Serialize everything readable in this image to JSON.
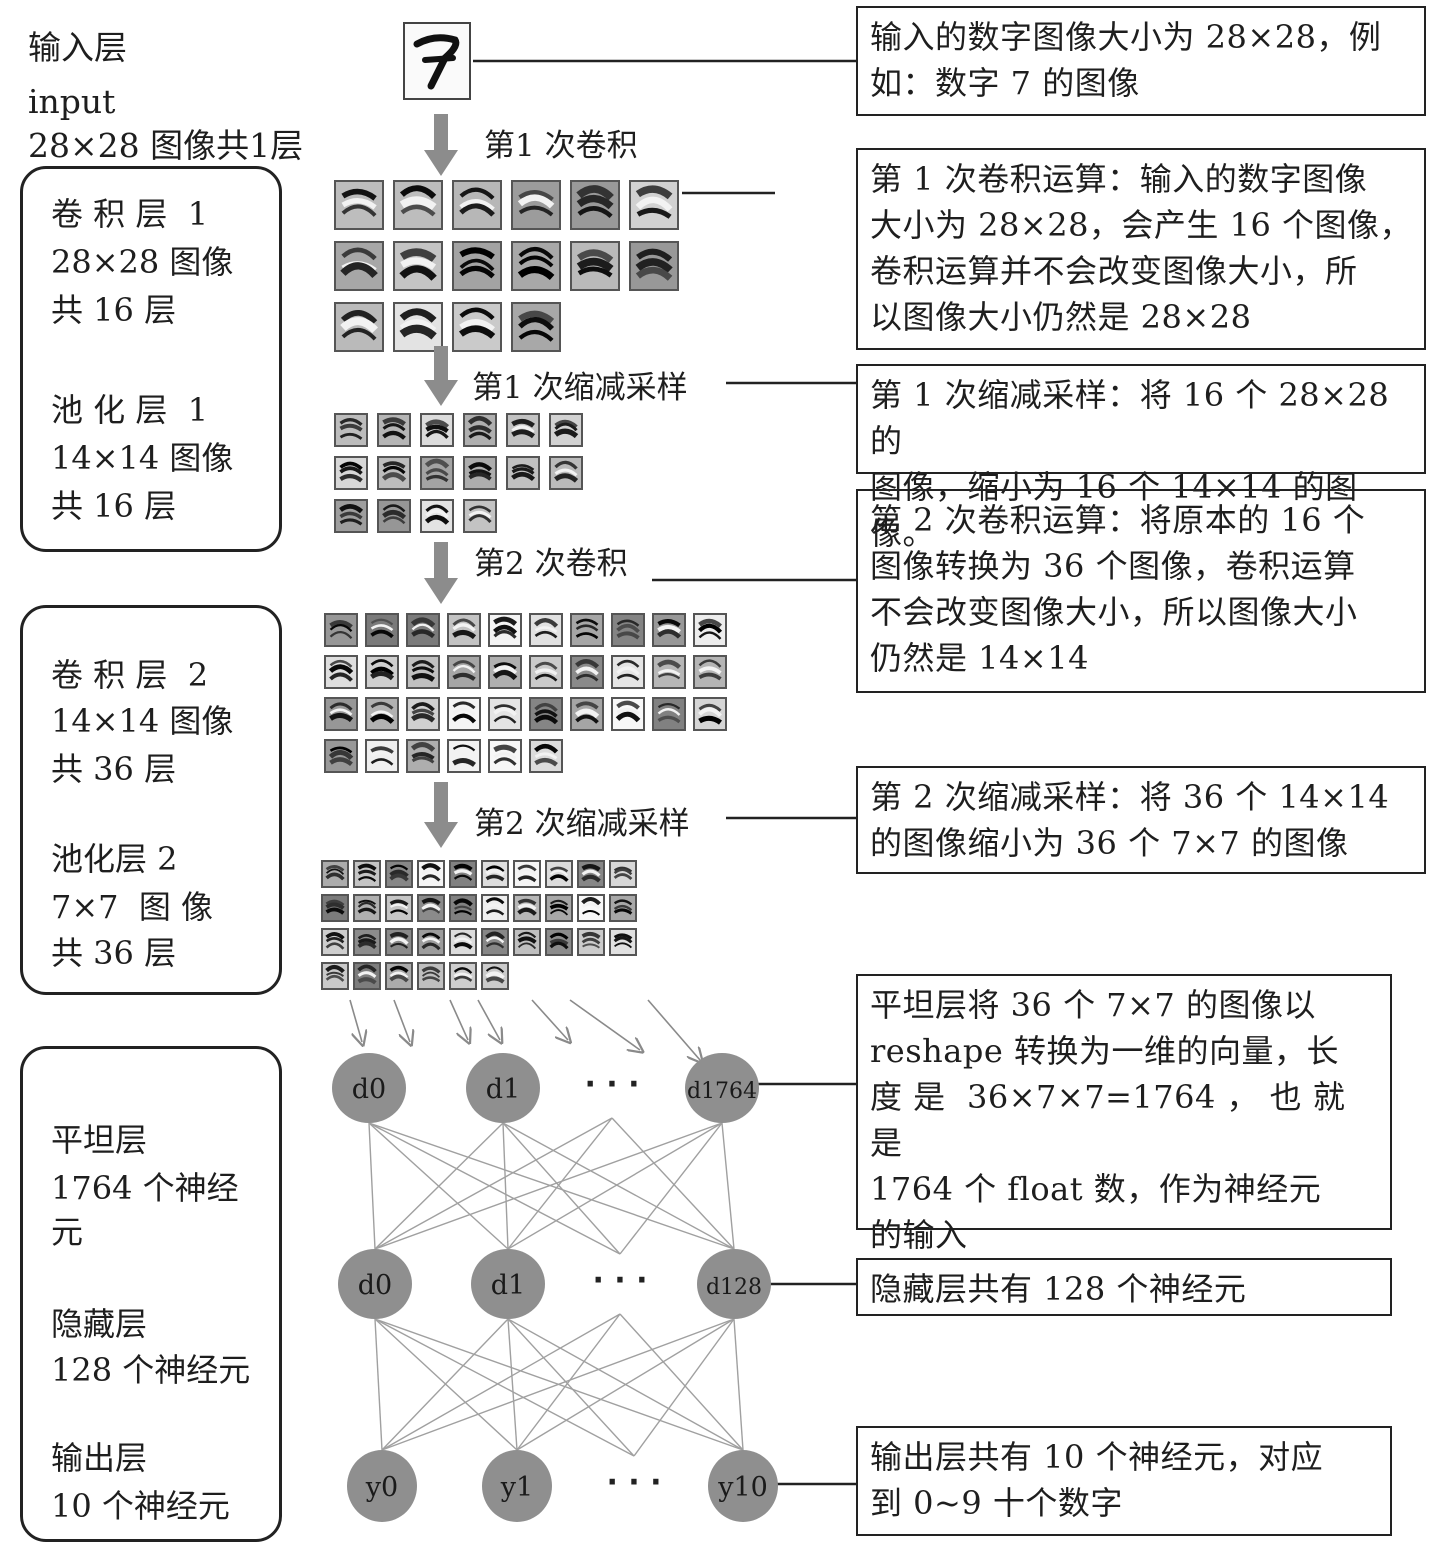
{
  "input_label": [
    "输入层",
    "input",
    "28×28 图像共1层"
  ],
  "group1": {
    "lines": [
      "卷 积 层  1",
      "28×28 图像",
      "共 16 层",
      "",
      "池 化 层  1",
      "14×14 图像",
      "共 16 层"
    ]
  },
  "group2": {
    "lines": [
      "卷 积 层  2",
      "14×14 图像",
      "共 36 层",
      "",
      "池化层 2",
      "7×7  图 像",
      "共 36 层"
    ]
  },
  "group3": {
    "lines": [
      "平坦层",
      "1764 个神经",
      "元",
      "",
      "隐藏层",
      "128 个神经元",
      "",
      "输出层",
      "10 个神经元"
    ]
  },
  "steps": {
    "conv1": "第1 次卷积",
    "pool1": "第1 次缩减采样",
    "conv2": "第2 次卷积",
    "pool2": "第2 次缩减采样"
  },
  "notes": {
    "input": "输入的数字图像大小为 28×28，例\n如：数字 7 的图像",
    "conv1": "第 1 次卷积运算：输入的数字图像\n大小为 28×28，会产生 16 个图像，\n卷积运算并不会改变图像大小，所\n以图像大小仍然是 28×28",
    "pool1": "第 1 次缩减采样：将 16 个 28×28 的\n图像，缩小为 16 个 14×14 的图像。",
    "conv2": "第 2 次卷积运算：将原本的 16 个\n图像转换为 36 个图像，卷积运算\n不会改变图像大小，所以图像大小\n仍然是 14×14",
    "pool2": "第 2 次缩减采样：将 36 个 14×14\n的图像缩小为 36 个 7×7 的图像",
    "flatten": "平坦层将 36 个 7×7 的图像以\nreshape 转换为一维的向量，长\n度 是  36×7×7=1764 ， 也 就 是\n1764 个 float 数，作为神经元\n的输入",
    "hidden": "隐藏层共有 128 个神经元",
    "output": "输出层共有 10 个神经元，对应\n到 0~9 十个数字"
  },
  "nodes": {
    "flatten": [
      "d0",
      "d1",
      "d1764"
    ],
    "hidden": [
      "d0",
      "d1",
      "d128"
    ],
    "output": [
      "y0",
      "y1",
      "y10"
    ],
    "ellipsis": "· · ·"
  },
  "feature_map_counts": {
    "conv1": 16,
    "pool1": 16,
    "conv2": 36,
    "pool2": 36
  },
  "colors": {
    "node_fill": "#8f8f8f",
    "arrow": "#8a8a8a",
    "line": "#9a9a9a",
    "border": "#222222"
  }
}
